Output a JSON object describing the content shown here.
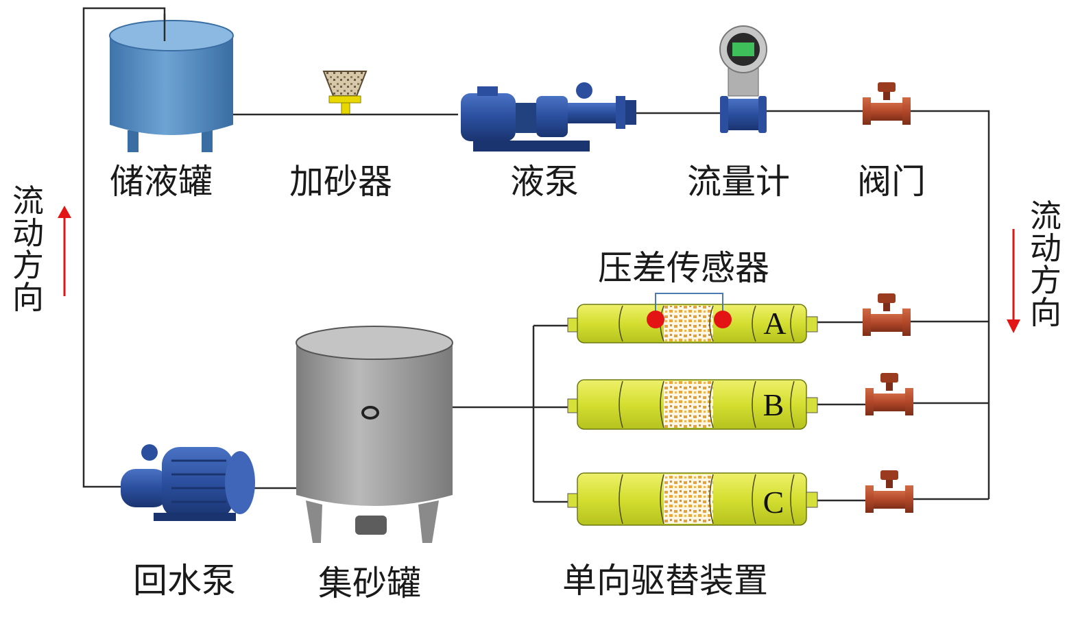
{
  "components": {
    "storage_tank": "储液罐",
    "sand_adder": "加砂器",
    "liquid_pump": "液泵",
    "flow_meter": "流量计",
    "valve": "阀门",
    "return_pump": "回水泵",
    "sand_collector": "集砂罐",
    "displacement_device": "单向驱替装置",
    "pressure_sensor": "压差传感器"
  },
  "flow_direction": {
    "left": "流动方向",
    "right": "流动方向"
  },
  "cores": [
    "A",
    "B",
    "C"
  ],
  "colors": {
    "storage_tank": "#4f84b8",
    "collector_tank": "#9a9a9a",
    "core_body": "#d6e03a",
    "sand": "#e0a030",
    "valve": "#b8502e",
    "pump": "#2b4f9e",
    "sensor_dot": "#e31414",
    "arrow": "#e31414",
    "line": "#2a2a2a"
  },
  "icons": [
    "storage-tank-icon",
    "sand-adder-icon",
    "liquid-pump-icon",
    "flow-meter-icon",
    "valve-icon",
    "return-pump-icon",
    "collector-tank-icon",
    "core-holder-icon",
    "sensor-dot-icon",
    "arrow-icon"
  ]
}
